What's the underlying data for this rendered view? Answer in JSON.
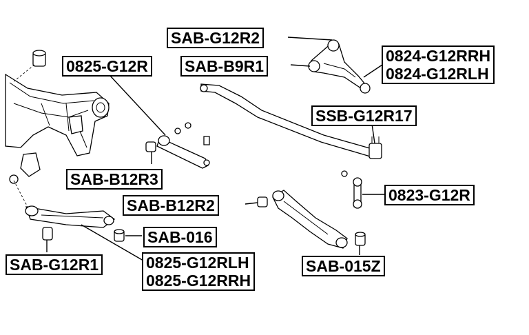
{
  "labels": {
    "sab_g12r2": "SAB-G12R2",
    "sab_b9r1": "SAB-B9R1",
    "p0824_g12rrh": "0824-G12RRH",
    "p0824_g12rlh": "0824-G12RLH",
    "p0825_g12r": "0825-G12R",
    "ssb_g12r17": "SSB-G12R17",
    "sab_b12r3": "SAB-B12R3",
    "p0823_g12r": "0823-G12R",
    "sab_b12r2": "SAB-B12R2",
    "sab_016": "SAB-016",
    "sab_g12r1": "SAB-G12R1",
    "p0825_g12rlh": "0825-G12RLH",
    "p0825_g12rrh": "0825-G12RRH",
    "sab_015z": "SAB-015Z"
  }
}
